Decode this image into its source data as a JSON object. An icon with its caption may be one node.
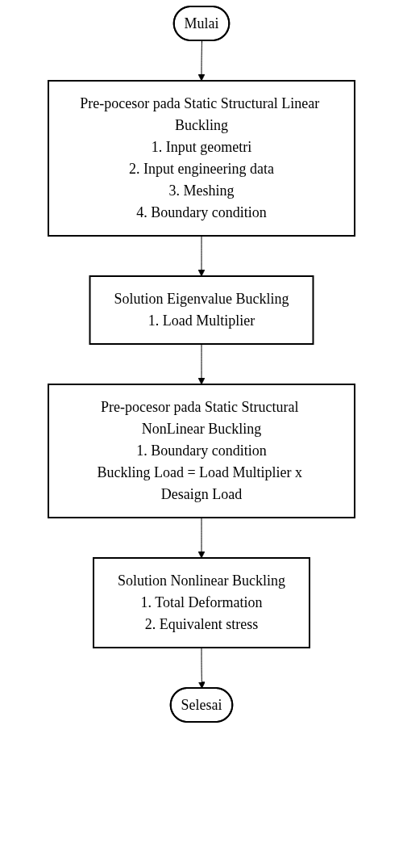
{
  "diagram": {
    "nodes": [
      {
        "text": [
          "Mulai"
        ]
      },
      {
        "text": [
          "Pre-pocesor pada Static Structural Linear Buckling",
          "1. Input geometri",
          "2. Input engineering data",
          "3. Meshing",
          "4. Boundary condition"
        ]
      },
      {
        "text": [
          "Solution Eigenvalue Buckling",
          "1. Load Multiplier"
        ]
      },
      {
        "text": [
          "Pre-pocesor pada Static Structural NonLinear Buckling",
          "1. Boundary condition",
          "Buckling Load = Load Multiplier x Desaign Load"
        ]
      },
      {
        "text": [
          "Solution Nonlinear Buckling",
          "1. Total Deformation",
          "2. Equivalent stress"
        ]
      },
      {
        "text": [
          "Selesai"
        ]
      }
    ],
    "edges": [
      {
        "from": 0,
        "to": 1,
        "arrow": "to"
      },
      {
        "from": 1,
        "to": 2,
        "arrow": "to"
      },
      {
        "from": 2,
        "to": 3,
        "arrow": "to"
      },
      {
        "from": 3,
        "to": 4,
        "arrow": "to"
      },
      {
        "from": 4,
        "to": 5,
        "arrow": "to"
      }
    ]
  }
}
